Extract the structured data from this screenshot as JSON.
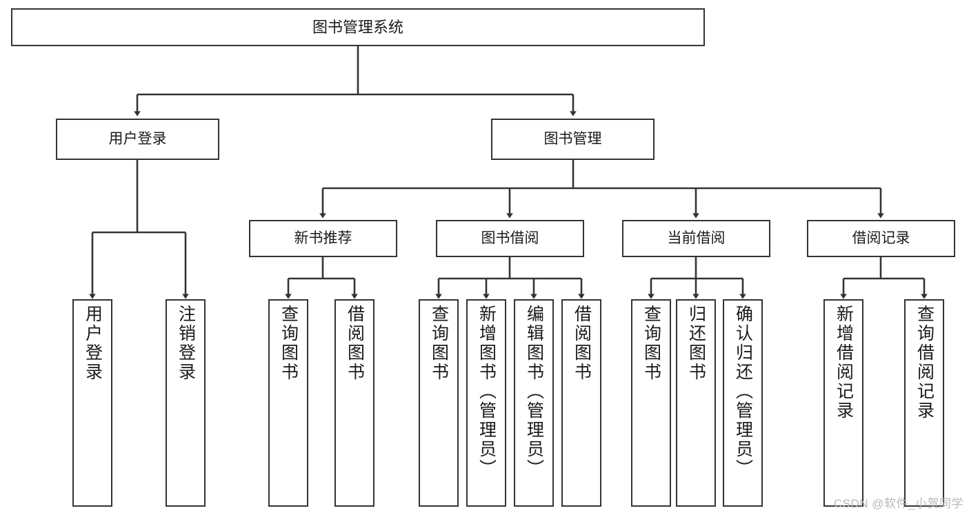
{
  "diagram": {
    "title": "图书管理系统",
    "type": "tree",
    "orientation": "top-down",
    "colors": {
      "box_border": "#333333",
      "box_fill": "#ffffff",
      "edge": "#333333",
      "text": "#1a1a1a",
      "watermark": "#b8b8b8",
      "background": "#ffffff"
    },
    "root": {
      "label": "图书管理系统"
    },
    "level2": [
      {
        "label": "用户登录"
      },
      {
        "label": "图书管理"
      }
    ],
    "level3": [
      {
        "label": "新书推荐"
      },
      {
        "label": "图书借阅"
      },
      {
        "label": "当前借阅"
      },
      {
        "label": "借阅记录"
      }
    ],
    "leaves": {
      "user_login": [
        {
          "label": "用户登录"
        },
        {
          "label": "注销登录"
        }
      ],
      "new_book_recommend": [
        {
          "label": "查询图书"
        },
        {
          "label": "借阅图书"
        }
      ],
      "book_borrow": [
        {
          "label": "查询图书"
        },
        {
          "label": "新增图书（管理员）"
        },
        {
          "label": "编辑图书（管理员）"
        },
        {
          "label": "借阅图书"
        }
      ],
      "current_borrow": [
        {
          "label": "查询图书"
        },
        {
          "label": "归还图书"
        },
        {
          "label": "确认归还（管理员）"
        }
      ],
      "borrow_record": [
        {
          "label": "新增借阅记录"
        },
        {
          "label": "查询借阅记录"
        }
      ]
    }
  },
  "watermark": {
    "text": "CSDN @软件_小贺同学"
  }
}
